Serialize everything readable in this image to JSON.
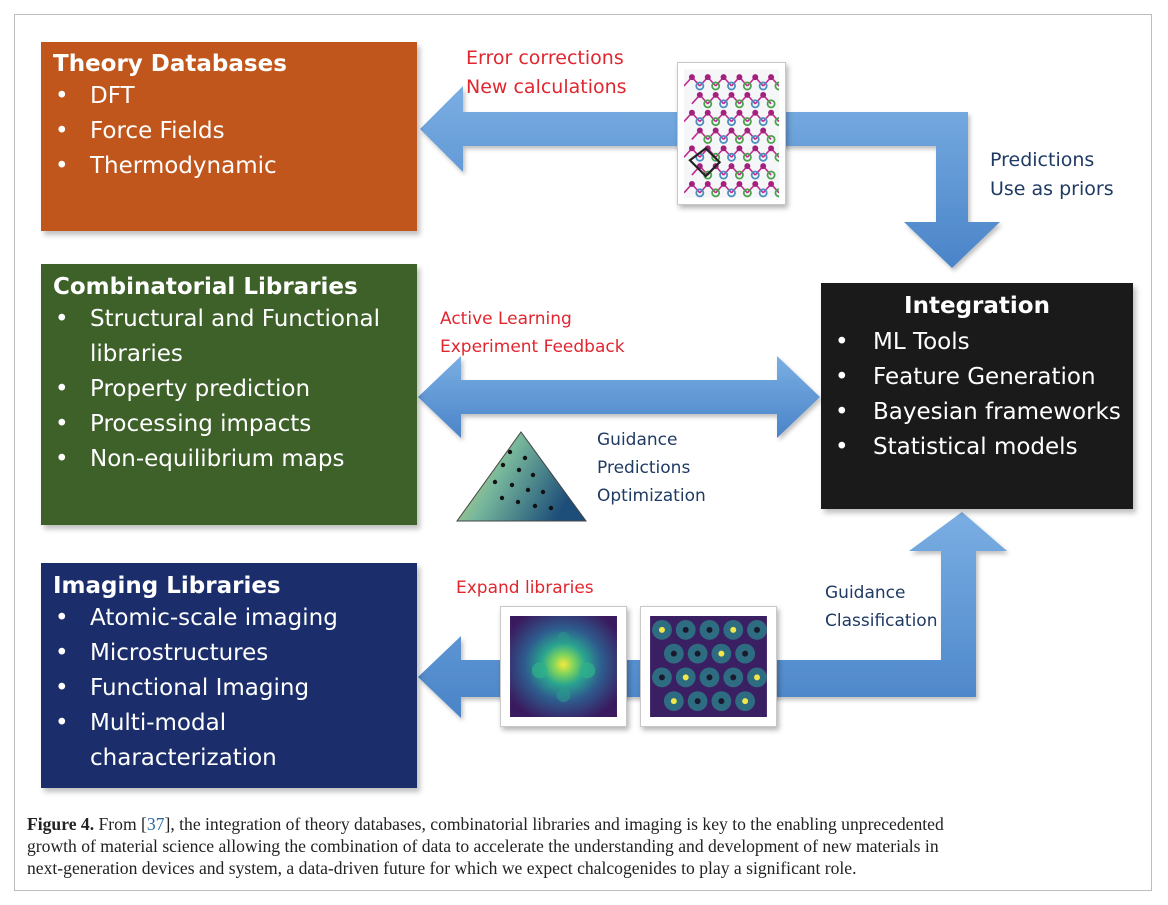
{
  "theory": {
    "title": "Theory Databases",
    "items": [
      "DFT",
      "Force Fields",
      "Thermodynamic"
    ]
  },
  "combinatorial": {
    "title": "Combinatorial Libraries",
    "items": [
      "Structural and Functional libraries",
      "Property prediction",
      "Processing impacts",
      "Non-equilibrium maps"
    ]
  },
  "imaging": {
    "title": "Imaging Libraries",
    "items": [
      "Atomic-scale imaging",
      "Microstructures",
      "Functional Imaging",
      "Multi-modal characterization"
    ]
  },
  "integration": {
    "title": "Integration",
    "items": [
      "ML Tools",
      "Feature Generation",
      "Bayesian frameworks",
      "Statistical models"
    ]
  },
  "labels": {
    "error_corrections": "Error corrections",
    "new_calculations": "New calculations",
    "predictions": "Predictions",
    "use_as_priors": "Use as priors",
    "active_learning": "Active Learning",
    "experiment_feedback": "Experiment Feedback",
    "guidance": "Guidance",
    "predictions_2": "Predictions",
    "optimization": "Optimization",
    "expand_libraries": "Expand libraries",
    "guidance_2": "Guidance",
    "classification": "Classification"
  },
  "caption": {
    "lead": "Figure 4.",
    "pre_ref": " From [",
    "ref": "37",
    "line1_rest": "], the integration of theory databases, combinatorial libraries and imaging is key to the enabling unprecedented",
    "line2": "growth of material science allowing the combination of data to accelerate the understanding and development of new materials in",
    "line3": "next-generation devices and system, a data-driven future for which we expect chalcogenides to play a significant role."
  },
  "colors": {
    "theory": "#c1561c",
    "combinatorial": "#3e6029",
    "imaging": "#1b2e6b",
    "integration": "#1a1a1a",
    "arrow": "#5b93d3",
    "red_text": "#e0262f",
    "navy_text": "#1f3a63"
  }
}
